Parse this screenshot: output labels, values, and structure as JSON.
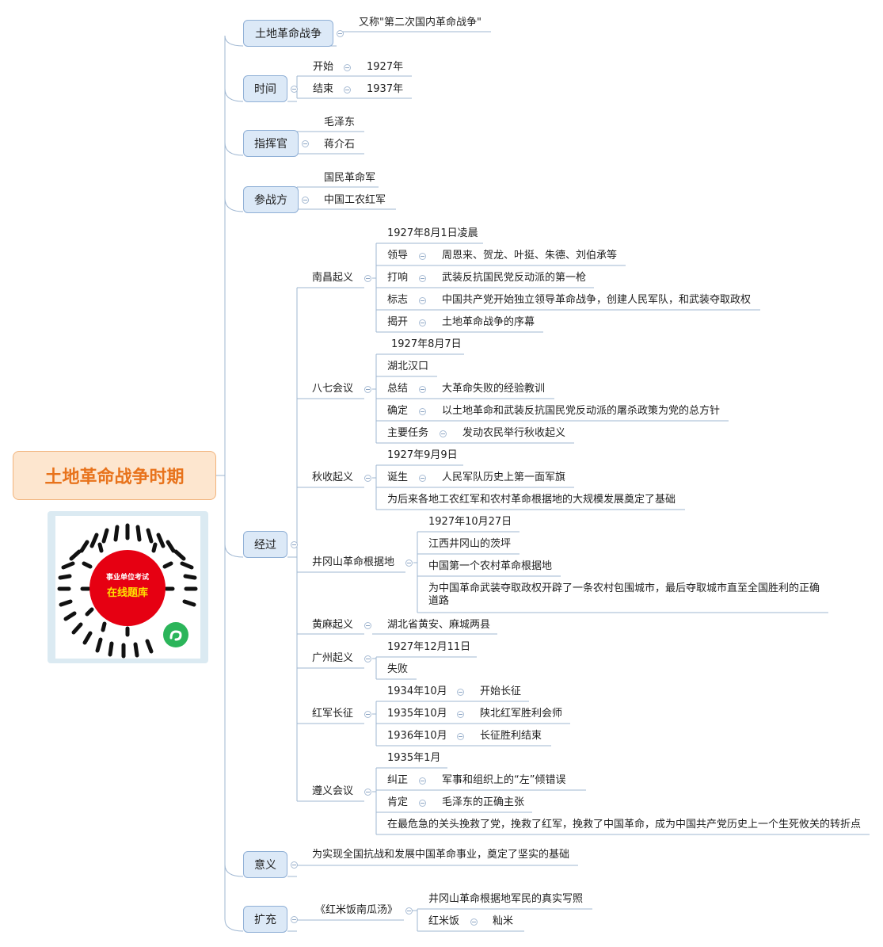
{
  "root": {
    "title": "土地革命战争时期"
  },
  "qr": {
    "line1": "事业单位考试",
    "line2": "在线题库"
  },
  "branches": [
    {
      "label": "土地革命战争",
      "children": [
        {
          "text": "又称\"第二次国内革命战争\""
        }
      ]
    },
    {
      "label": "时间",
      "children": [
        {
          "text": "开始",
          "detail": "1927年"
        },
        {
          "text": "结束",
          "detail": "1937年"
        }
      ]
    },
    {
      "label": "指挥官",
      "children": [
        {
          "text": "毛泽东"
        },
        {
          "text": "蒋介石"
        }
      ]
    },
    {
      "label": "参战方",
      "children": [
        {
          "text": "国民革命军"
        },
        {
          "text": "中国工农红军"
        }
      ]
    },
    {
      "label": "经过",
      "children": [
        {
          "text": "南昌起义",
          "children": [
            {
              "text": "1927年8月1日凌晨"
            },
            {
              "text": "领导",
              "detail": "周恩来、贺龙、叶挺、朱德、刘伯承等"
            },
            {
              "text": "打响",
              "detail": "武装反抗国民党反动派的第一枪"
            },
            {
              "text": "标志",
              "detail": "中国共产党开始独立领导革命战争，创建人民军队，和武装夺取政权"
            },
            {
              "text": "揭开",
              "detail": "土地革命战争的序幕"
            }
          ]
        },
        {
          "text": "八七会议",
          "children": [
            {
              "text": "1927年8月7日"
            },
            {
              "text": "湖北汉口"
            },
            {
              "text": "总结",
              "detail": "大革命失败的经验教训"
            },
            {
              "text": "确定",
              "detail": "以土地革命和武装反抗国民党反动派的屠杀政策为党的总方针"
            },
            {
              "text": "主要任务",
              "detail": "发动农民举行秋收起义"
            }
          ]
        },
        {
          "text": "秋收起义",
          "children": [
            {
              "text": "1927年9月9日"
            },
            {
              "text": "诞生",
              "detail": "人民军队历史上第一面军旗"
            },
            {
              "text": "为后来各地工农红军和农村革命根据地的大规模发展奠定了基础"
            }
          ]
        },
        {
          "text": "井冈山革命根据地",
          "children": [
            {
              "text": "1927年10月27日"
            },
            {
              "text": "江西井冈山的茨坪"
            },
            {
              "text": "中国第一个农村革命根据地"
            },
            {
              "text": "为中国革命武装夺取政权开辟了一条农村包围城市，最后夺取城市直至全国胜利的正确道路"
            }
          ]
        },
        {
          "text": "黄麻起义",
          "detail": "湖北省黄安、麻城两县"
        },
        {
          "text": "广州起义",
          "children": [
            {
              "text": "1927年12月11日"
            },
            {
              "text": "失败"
            }
          ]
        },
        {
          "text": "红军长征",
          "children": [
            {
              "text": "1934年10月",
              "detail": "开始长征"
            },
            {
              "text": "1935年10月",
              "detail": "陕北红军胜利会师"
            },
            {
              "text": "1936年10月",
              "detail": "长征胜利结束"
            }
          ]
        },
        {
          "text": "遵义会议",
          "children": [
            {
              "text": "1935年1月"
            },
            {
              "text": "纠正",
              "detail": "军事和组织上的“左”倾错误"
            },
            {
              "text": "肯定",
              "detail": "毛泽东的正确主张"
            },
            {
              "text": "在最危急的关头挽救了党，挽救了红军，挽救了中国革命，成为中国共产党历史上一个生死攸关的转折点"
            }
          ]
        }
      ]
    },
    {
      "label": "意义",
      "children": [
        {
          "text": "为实现全国抗战和发展中国革命事业，奠定了坚实的基础"
        }
      ]
    },
    {
      "label": "扩充",
      "children": [
        {
          "text": "《红米饭南瓜汤》",
          "children": [
            {
              "text": "井冈山革命根据地军民的真实写照"
            },
            {
              "text": "红米饭",
              "detail": "籼米"
            }
          ]
        }
      ]
    }
  ]
}
